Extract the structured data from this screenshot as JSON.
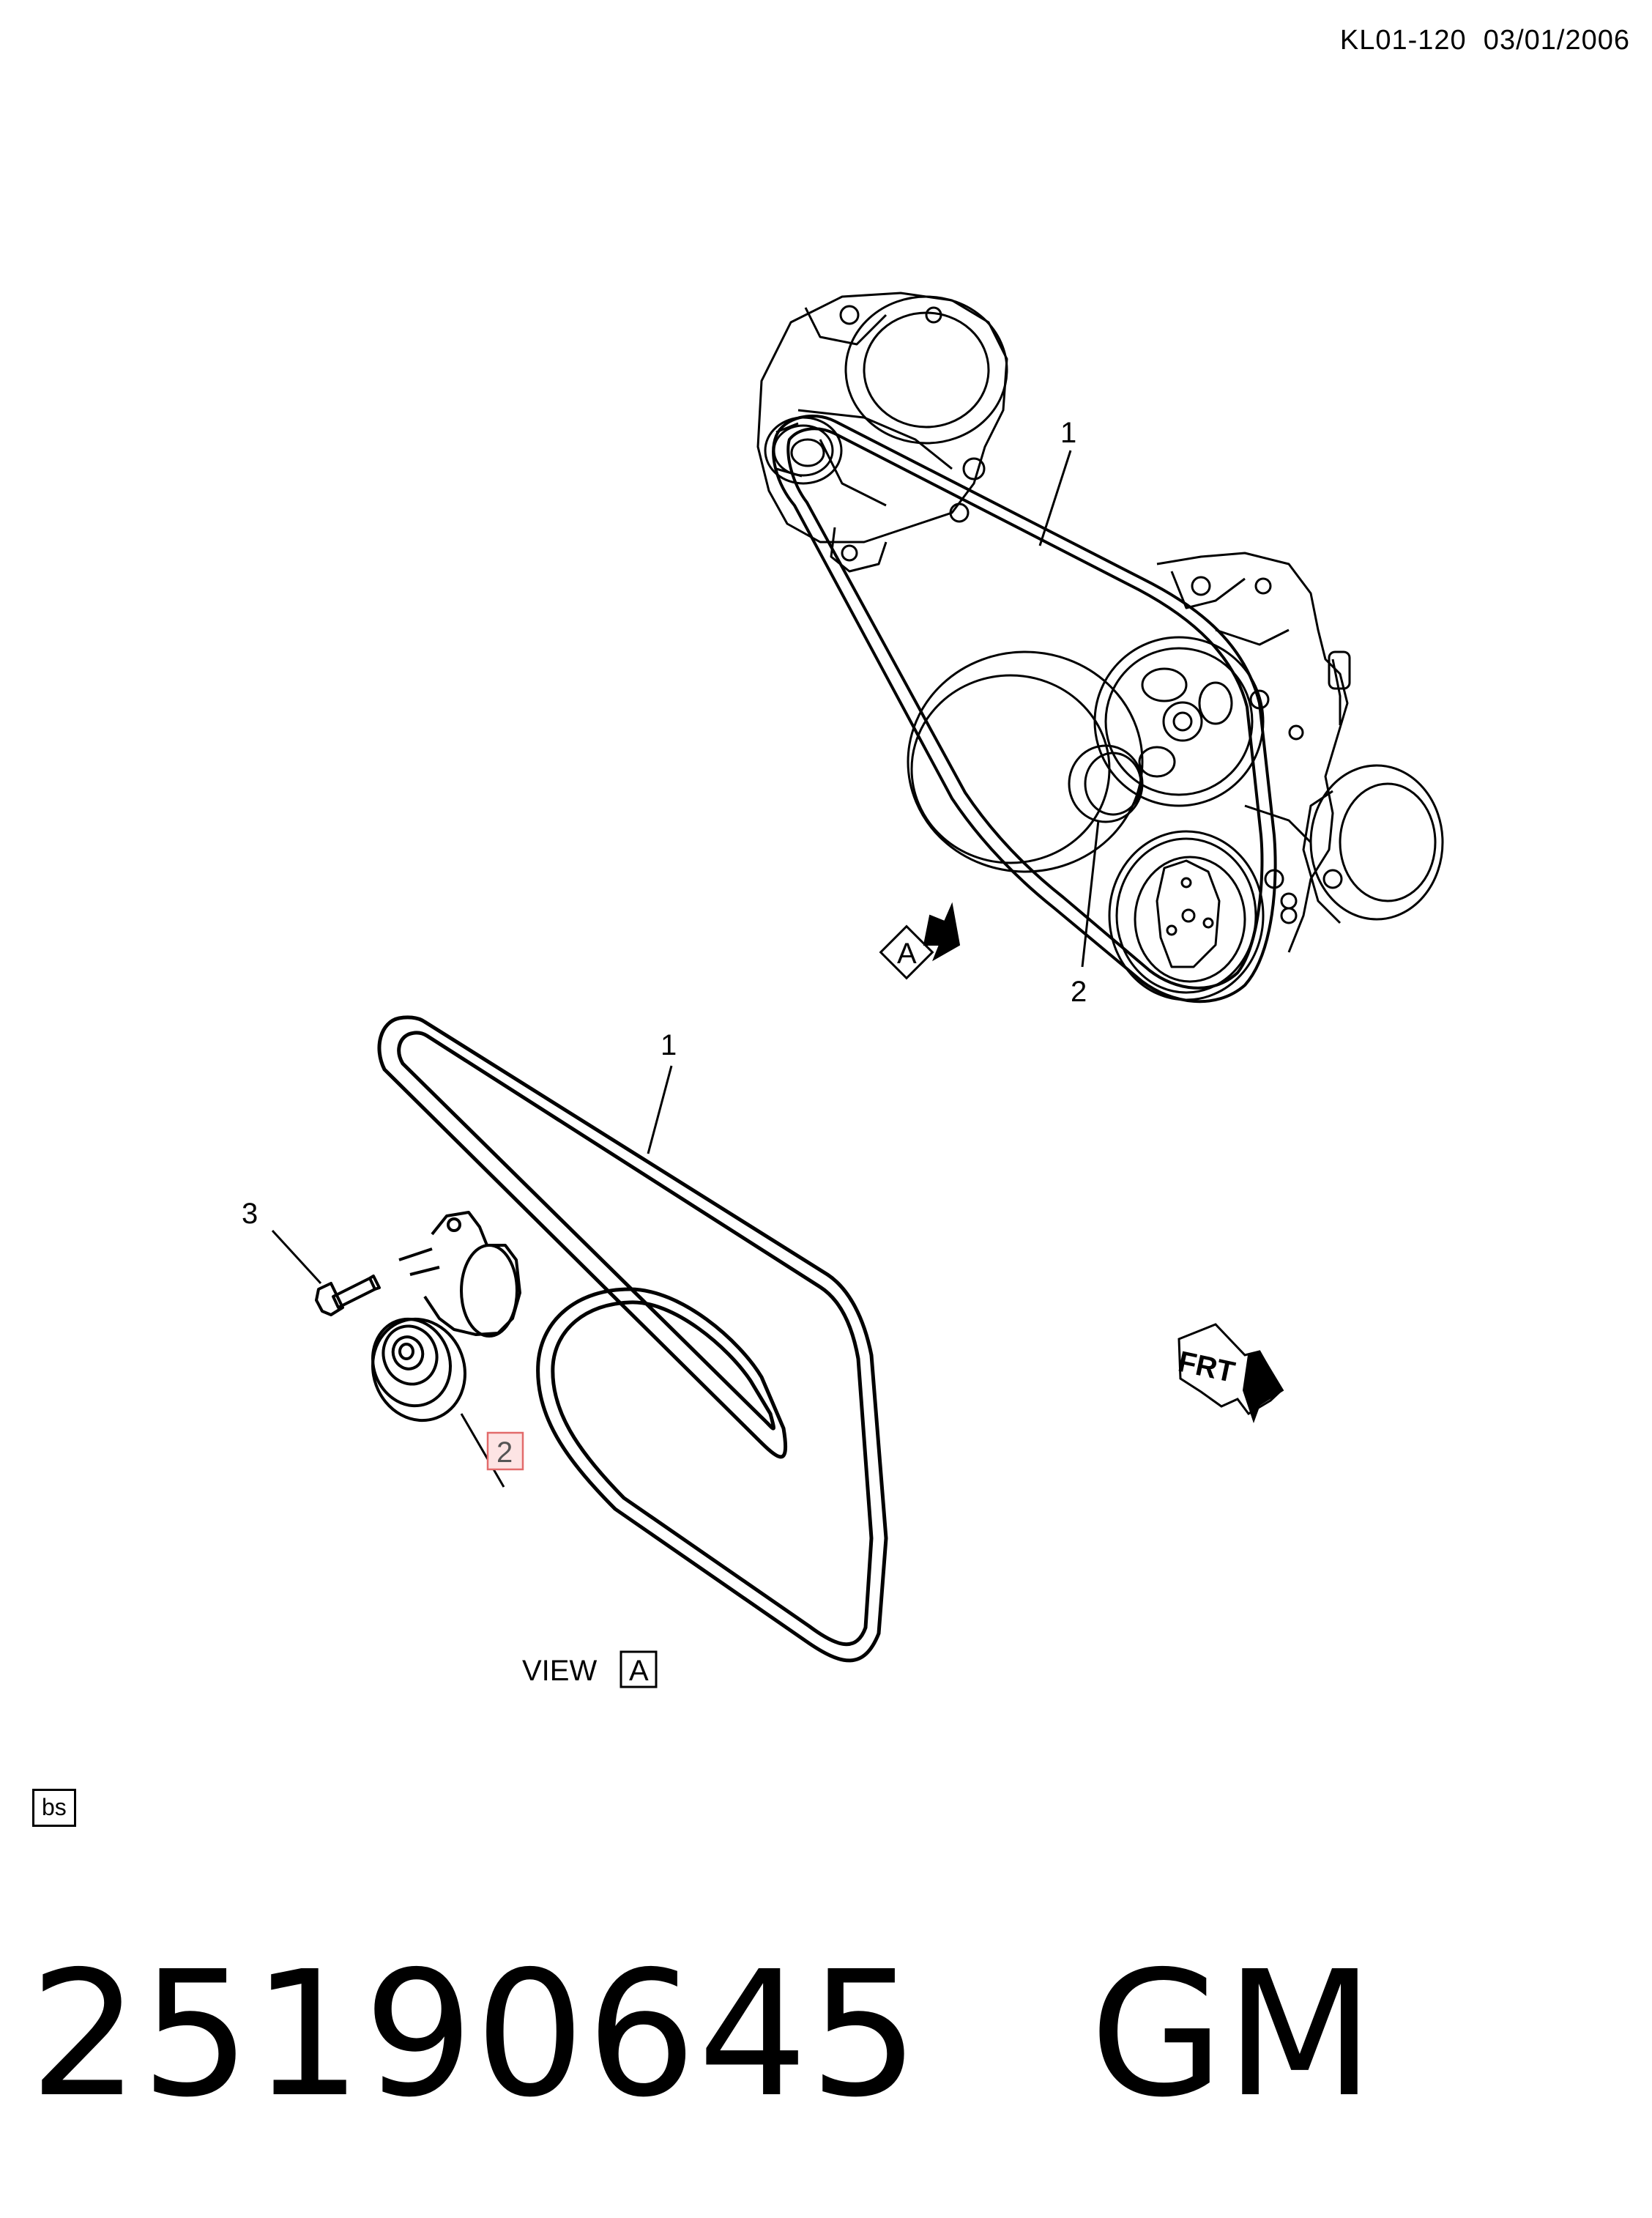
{
  "header": {
    "drawing_ref": "KL01-120  03/01/2006"
  },
  "callouts": {
    "upper_belt": "1",
    "upper_idler": "2",
    "view_belt": "1",
    "view_tensioner": "2",
    "view_bolt": "3"
  },
  "view_marker": {
    "letter": "A",
    "caption_word": "VIEW",
    "caption_letter": "A"
  },
  "orientation": {
    "front_label": "FRT"
  },
  "footer": {
    "bs_code": "bs",
    "part_number": "25190645   GM"
  },
  "colors": {
    "line": "#000000",
    "highlight_border": "#e26b6b",
    "highlight_fill": "#fde4e4"
  }
}
